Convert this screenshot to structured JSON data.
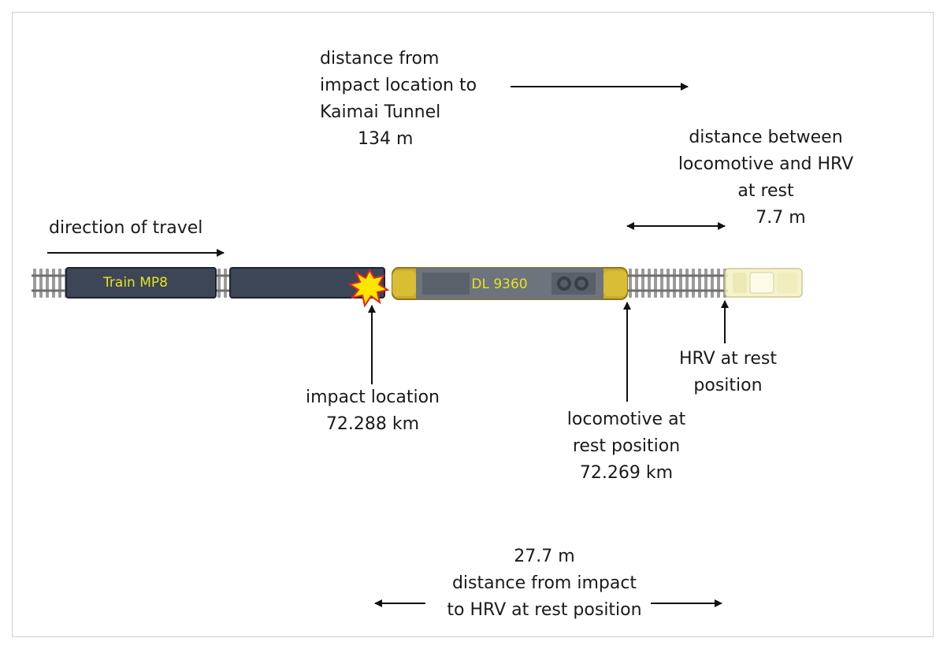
{
  "tunnel_distance": {
    "lines": [
      "distance from",
      "impact location to",
      "Kaimai Tunnel"
    ],
    "value": "134 m"
  },
  "loco_hrv_distance": {
    "lines": [
      "distance between",
      "locomotive and HRV",
      "at rest"
    ],
    "value": "7.7 m"
  },
  "direction_label": "direction of travel",
  "train_label": "Train MP8",
  "loco_label": "DL 9360",
  "impact_location": {
    "lines": [
      "impact location"
    ],
    "value": "72.288 km"
  },
  "loco_rest": {
    "lines": [
      "locomotive at",
      "rest position"
    ],
    "value": "72.269 km"
  },
  "hrv_rest": {
    "lines": [
      "HRV at rest",
      "position"
    ]
  },
  "impact_hrv_distance": {
    "value": "27.7 m",
    "lines": [
      "distance from impact",
      "to HRV at rest position"
    ]
  },
  "colors": {
    "train_car": "#3c4657",
    "locomotive": "#c9ad2b",
    "train_text": "#e6e41c",
    "impact_burst": "#ffe500"
  }
}
